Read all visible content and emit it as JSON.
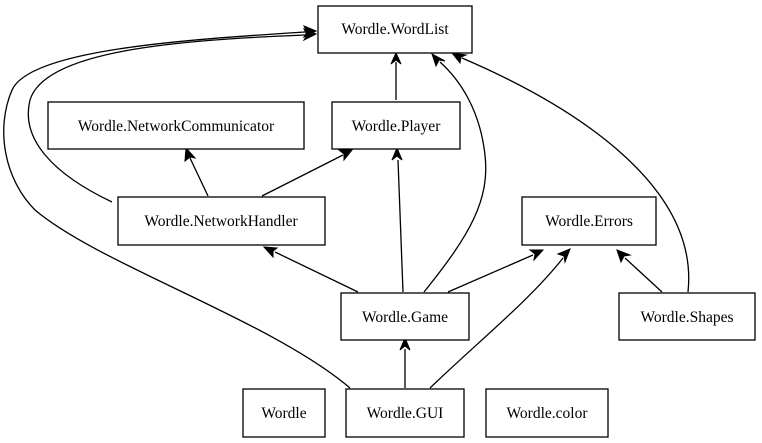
{
  "nodes": {
    "wordlist": "Wordle.WordList",
    "network_communicator": "Wordle.NetworkCommunicator",
    "player": "Wordle.Player",
    "network_handler": "Wordle.NetworkHandler",
    "errors": "Wordle.Errors",
    "game": "Wordle.Game",
    "shapes": "Wordle.Shapes",
    "wordle": "Wordle",
    "gui": "Wordle.GUI",
    "color": "Wordle.color"
  },
  "edges": [
    {
      "from": "Wordle.Player",
      "to": "Wordle.WordList"
    },
    {
      "from": "Wordle.NetworkHandler",
      "to": "Wordle.WordList"
    },
    {
      "from": "Wordle.NetworkHandler",
      "to": "Wordle.NetworkCommunicator"
    },
    {
      "from": "Wordle.NetworkHandler",
      "to": "Wordle.Player"
    },
    {
      "from": "Wordle.Game",
      "to": "Wordle.WordList"
    },
    {
      "from": "Wordle.Game",
      "to": "Wordle.Player"
    },
    {
      "from": "Wordle.Game",
      "to": "Wordle.NetworkHandler"
    },
    {
      "from": "Wordle.Game",
      "to": "Wordle.Errors"
    },
    {
      "from": "Wordle.Shapes",
      "to": "Wordle.WordList"
    },
    {
      "from": "Wordle.Shapes",
      "to": "Wordle.Errors"
    },
    {
      "from": "Wordle.GUI",
      "to": "Wordle.WordList"
    },
    {
      "from": "Wordle.GUI",
      "to": "Wordle.Game"
    },
    {
      "from": "Wordle.GUI",
      "to": "Wordle.Errors"
    }
  ],
  "colors": {
    "stroke": "#000000",
    "fill": "#ffffff",
    "text": "#000000"
  }
}
